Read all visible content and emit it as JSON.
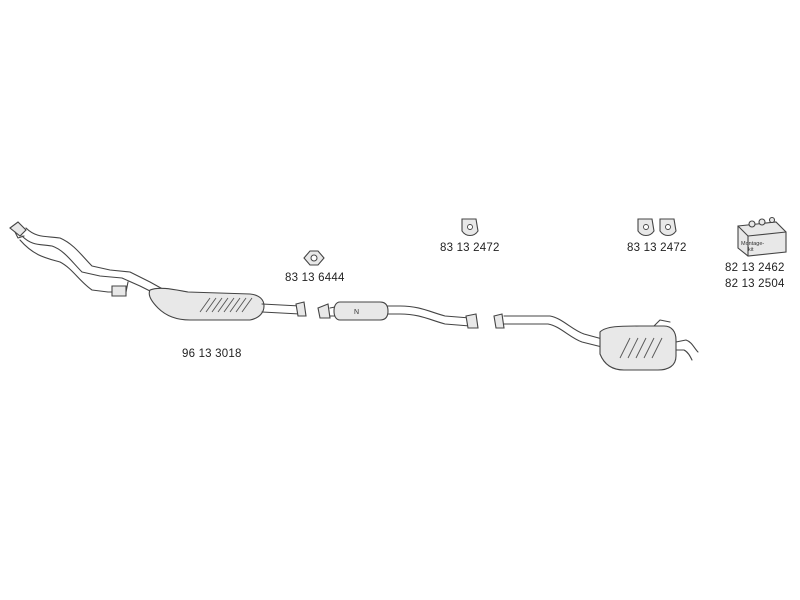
{
  "parts": {
    "front_pipe_catalyst": "96 13 3018",
    "clamp_nut": "83 13 6444",
    "hanger_middle": "83 13 2472",
    "hanger_rear": "83 13 2472",
    "mounting_kit_1": "82 13 2462",
    "mounting_kit_2": "82 13 2504"
  },
  "kit_box_text": "Montage-\nkit",
  "middle_muffler_mark": "N"
}
